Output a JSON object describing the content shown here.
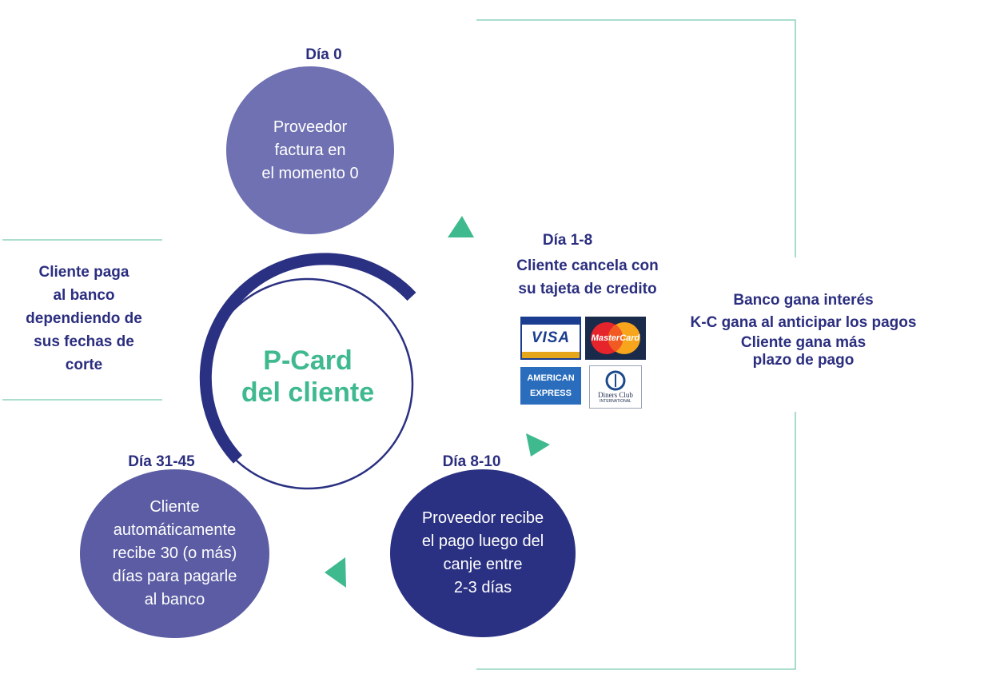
{
  "colors": {
    "navy": "#2b2e7f",
    "lavender": "#7071b2",
    "purple": "#5b5ca3",
    "teal": "#3fb98e",
    "teal_line": "#8fd4bf",
    "deep_blue": "#2b3182"
  },
  "steps": [
    {
      "day": "Día 0",
      "lines": [
        "Proveedor",
        "factura en",
        "el momento 0"
      ]
    },
    {
      "day": "Día 1-8",
      "lines": [
        "Cliente cancela con",
        "su tajeta de credito"
      ]
    },
    {
      "day": "Día 8-10",
      "lines": [
        "Proveedor recibe",
        "el pago luego del",
        "canje entre",
        "2-3 días"
      ]
    },
    {
      "day": "Día 31-45",
      "lines": [
        "Cliente",
        "automáticamente",
        "recibe 30 (o más)",
        "días para pagarle",
        "al banco"
      ]
    }
  ],
  "center": {
    "line1": "P-Card",
    "line2": "del cliente"
  },
  "left_note": [
    "Cliente paga",
    "al banco",
    "dependiendo de",
    "sus fechas de",
    "corte"
  ],
  "right_note": [
    "Banco gana interés",
    "K-C gana al anticipar los pagos",
    "Cliente gana más",
    "plazo de pago"
  ],
  "card_logos": {
    "visa": "VISA",
    "mastercard": "MasterCard",
    "amex_line1": "AMERICAN",
    "amex_line2": "EXPRESS",
    "diners_line1": "Diners Club",
    "diners_line2": "INTERNATIONAL"
  },
  "arrow_icons": [
    "arrow-right-icon",
    "arrow-down-icon",
    "arrow-left-icon"
  ]
}
